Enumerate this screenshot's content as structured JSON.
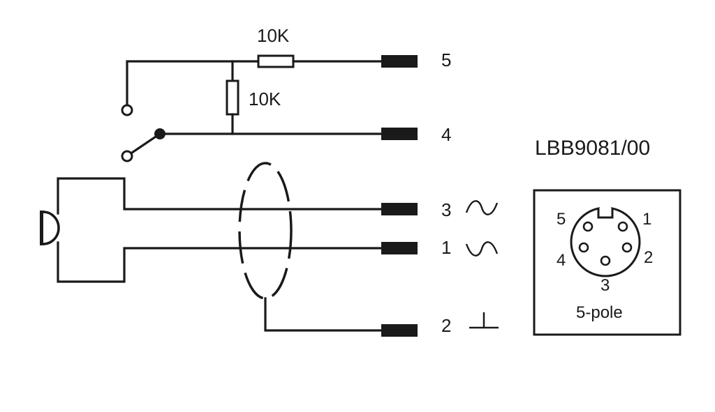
{
  "resistor_top": {
    "label": "10K"
  },
  "resistor_vertical": {
    "label": "10K"
  },
  "pins": [
    {
      "number": "5"
    },
    {
      "number": "4"
    },
    {
      "number": "3"
    },
    {
      "number": "1"
    },
    {
      "number": "2"
    }
  ],
  "model": "LBB9081/00",
  "connector": {
    "caption": "5-pole",
    "pin_labels": [
      "5",
      "1",
      "4",
      "2",
      "3"
    ]
  },
  "colors": {
    "ink": "#1a1a1a",
    "background": "#ffffff"
  },
  "icons": [
    "microphone-icon",
    "switch-icon",
    "shield-icon",
    "ac-signal-icon",
    "ground-icon",
    "din-socket-icon"
  ]
}
